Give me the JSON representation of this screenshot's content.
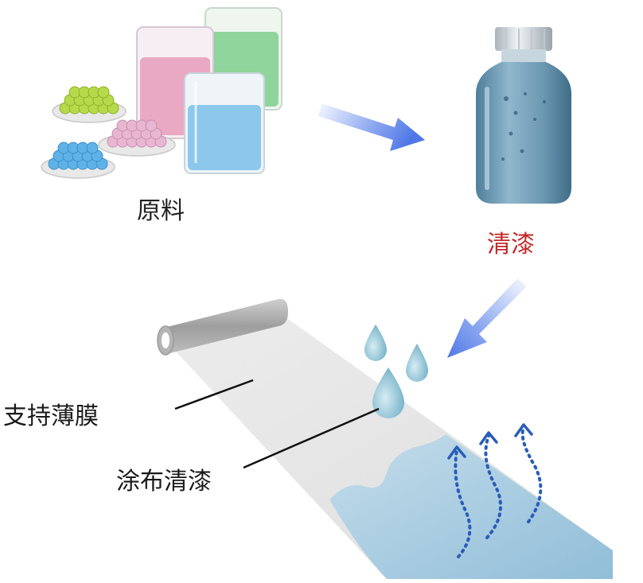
{
  "labels": {
    "raw_materials": "原料",
    "clear_varnish": "清漆",
    "support_film": "支持薄膜",
    "coating": "涂布清漆"
  },
  "colors": {
    "varnish_label": "#c0282a",
    "text": "#1a1a1a",
    "arrow_blue": "#5b82ea",
    "vapor_dots": "#2a5db8",
    "liquid_blue": "#9cc8e2",
    "film_gray": "#e4e4e4"
  },
  "icons": {
    "beaker_pink": "beaker-icon",
    "beaker_green": "beaker-icon",
    "beaker_blue": "beaker-icon",
    "bead_dish_green": "petri-dish-icon",
    "bead_dish_pink": "petri-dish-icon",
    "bead_dish_blue": "petri-dish-icon",
    "vial": "vial-icon",
    "droplet": "droplet-icon",
    "film_roll": "film-roll-icon"
  }
}
